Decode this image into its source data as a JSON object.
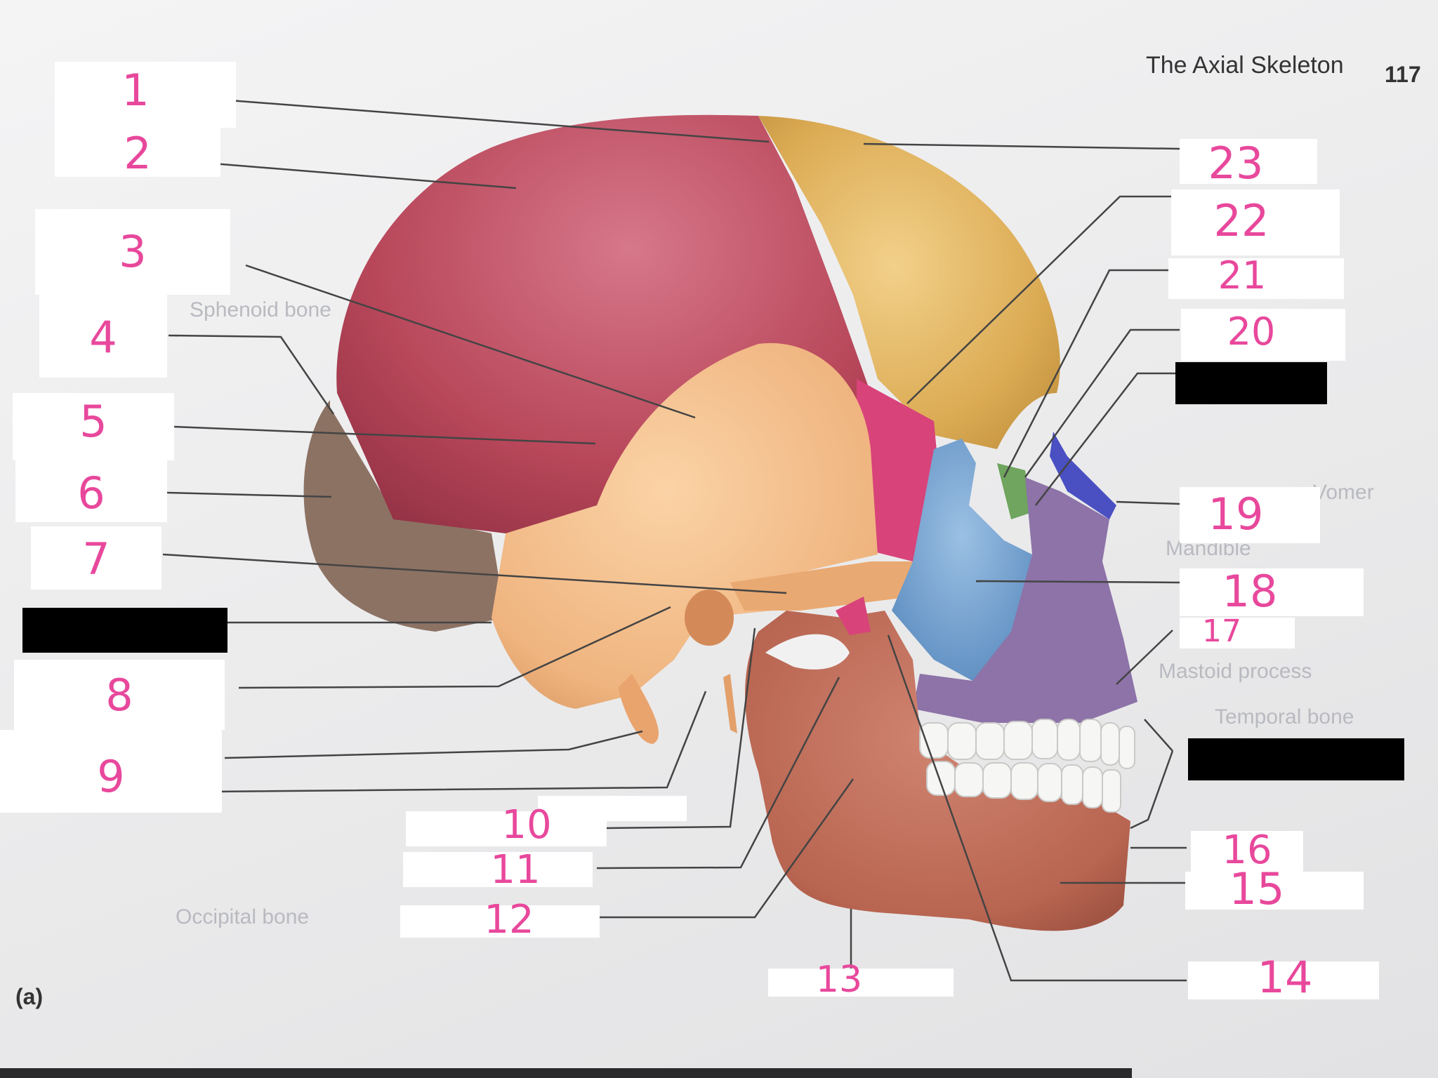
{
  "header": {
    "title": "The Axial Skeleton",
    "page_number": "117"
  },
  "figure": {
    "panel_label": "(a)"
  },
  "labels": {
    "l1": "1",
    "l2": "2",
    "l3": "3",
    "l4": "4",
    "l5": "5",
    "l6": "6",
    "l7": "7",
    "l8": "8",
    "l9": "9",
    "l10": "10",
    "l11": "11",
    "l12": "12",
    "l13": "13",
    "l14": "14",
    "l15": "15",
    "l16": "16",
    "l17": "17",
    "l18": "18",
    "l19": "19",
    "l20": "20",
    "l21": "21",
    "l22": "22",
    "l23": "23"
  },
  "bleed_text": {
    "t1": "Mastoid process",
    "t2": "Temporal bone",
    "t3": "Occipital bone",
    "t4": "Mandible",
    "t5": "Vomer",
    "t6": "Sphenoid bone"
  },
  "colors": {
    "parietal": "#b8475a",
    "frontal": "#dcac55",
    "temporal": "#efb47f",
    "occipital": "#8c7263",
    "sphenoid": "#d8437a",
    "zygomatic": "#6a9ac9",
    "maxilla": "#8d73a8",
    "nasal": "#4a50c2",
    "lacrimal": "#6fa55e",
    "mandible": "#b86551",
    "handwriting": "#e8489c"
  }
}
